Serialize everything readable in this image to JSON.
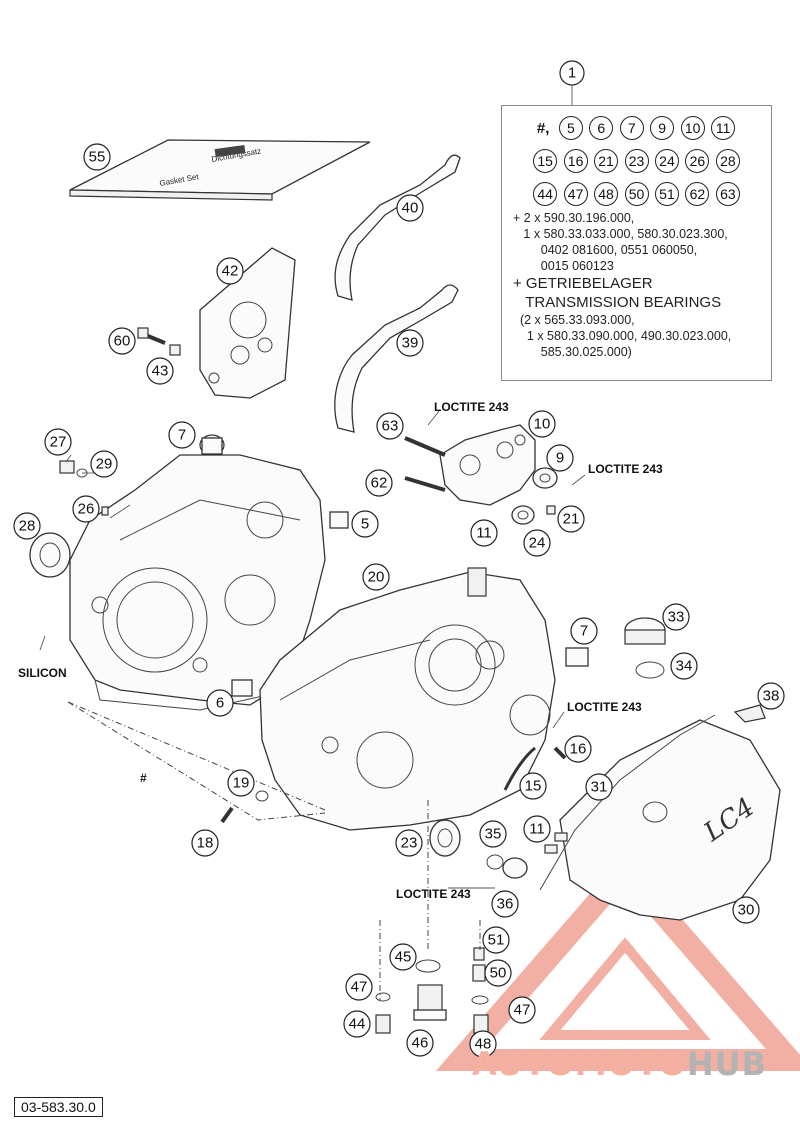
{
  "diagram": {
    "assembly_number": "1",
    "part_code": "03-583.30.0",
    "kit": {
      "hash": "#,",
      "row1": [
        "5",
        "6",
        "7",
        "9",
        "10",
        "11"
      ],
      "row2": [
        "15",
        "16",
        "21",
        "23",
        "24",
        "26",
        "28"
      ],
      "row3": [
        "44",
        "47",
        "48",
        "50",
        "51",
        "62",
        "63"
      ],
      "text_lines": [
        "+ 2 x 590.30.196.000,",
        "   1 x 580.33.033.000, 580.30.023.300,",
        "        0402 081600, 0551 060050,",
        "        0015 060123"
      ],
      "bearings_lines": [
        "+ GETRIEBELAGER",
        "   TRANSMISSION BEARINGS"
      ],
      "bearing_lines": [
        "  (2 x 565.33.093.000,",
        "    1 x 580.33.090.000, 490.30.023.000,",
        "        585.30.025.000)"
      ]
    },
    "labels": {
      "loctite_a": "LOCTITE 243",
      "loctite_b": "LOCTITE 243",
      "loctite_c": "LOCTITE 243",
      "loctite_d": "LOCTITE 243",
      "silicon": "SILICON",
      "hash_mark": "#"
    },
    "callouts": {
      "c55": "55",
      "c40": "40",
      "c42": "42",
      "c39": "39",
      "c60": "60",
      "c43": "43",
      "c7a": "7",
      "c27": "27",
      "c29": "29",
      "c26": "26",
      "c28": "28",
      "c5": "5",
      "c63": "63",
      "c10": "10",
      "c9": "9",
      "c62": "62",
      "c11a": "11",
      "c21": "21",
      "c24": "24",
      "c20": "20",
      "c6": "6",
      "c7b": "7",
      "c33": "33",
      "c34": "34",
      "c38": "38",
      "c16": "16",
      "c15": "15",
      "c31": "31",
      "c19": "19",
      "c18": "18",
      "c23": "23",
      "c35": "35",
      "c11b": "11",
      "c36": "36",
      "c30": "30",
      "c45": "45",
      "c51": "51",
      "c50": "50",
      "c47a": "47",
      "c47b": "47",
      "c44": "44",
      "c46": "46",
      "c48": "48"
    },
    "drawing_text": {
      "lc4": "LC4",
      "manual_line1": "Dichtungssatz",
      "manual_line2": "Gasket Set"
    }
  },
  "watermark": {
    "part1": "AUTO",
    "part2": "MOTO",
    "part3": "HUB"
  }
}
